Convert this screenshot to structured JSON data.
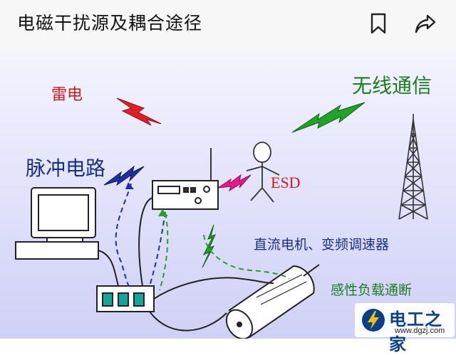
{
  "header": {
    "title": "电磁干扰源及耦合途径",
    "bookmark_icon": "bookmark-icon",
    "share_icon": "share-icon"
  },
  "figure": {
    "labels": {
      "lightning": "雷电",
      "wireless": "无线通信",
      "pulse": "脉冲电路",
      "esd": "ESD",
      "motor": "直流电机、变频调速器",
      "inductive": "感性负载通断"
    },
    "colors": {
      "background_top": "#f4f4ff",
      "background_bottom": "#cfd0f6",
      "label_red": "#cc1b1b",
      "label_green": "#1f7a22",
      "label_blue": "#1a2f86",
      "bolt_red": "#e41e26",
      "bolt_green": "#22a229",
      "bolt_blue": "#1f2fa6",
      "bolt_magenta": "#e61a8c",
      "device_teal": "#12a79a"
    }
  },
  "watermark": {
    "name": "电工之家",
    "url": "www.dgzj.com"
  }
}
